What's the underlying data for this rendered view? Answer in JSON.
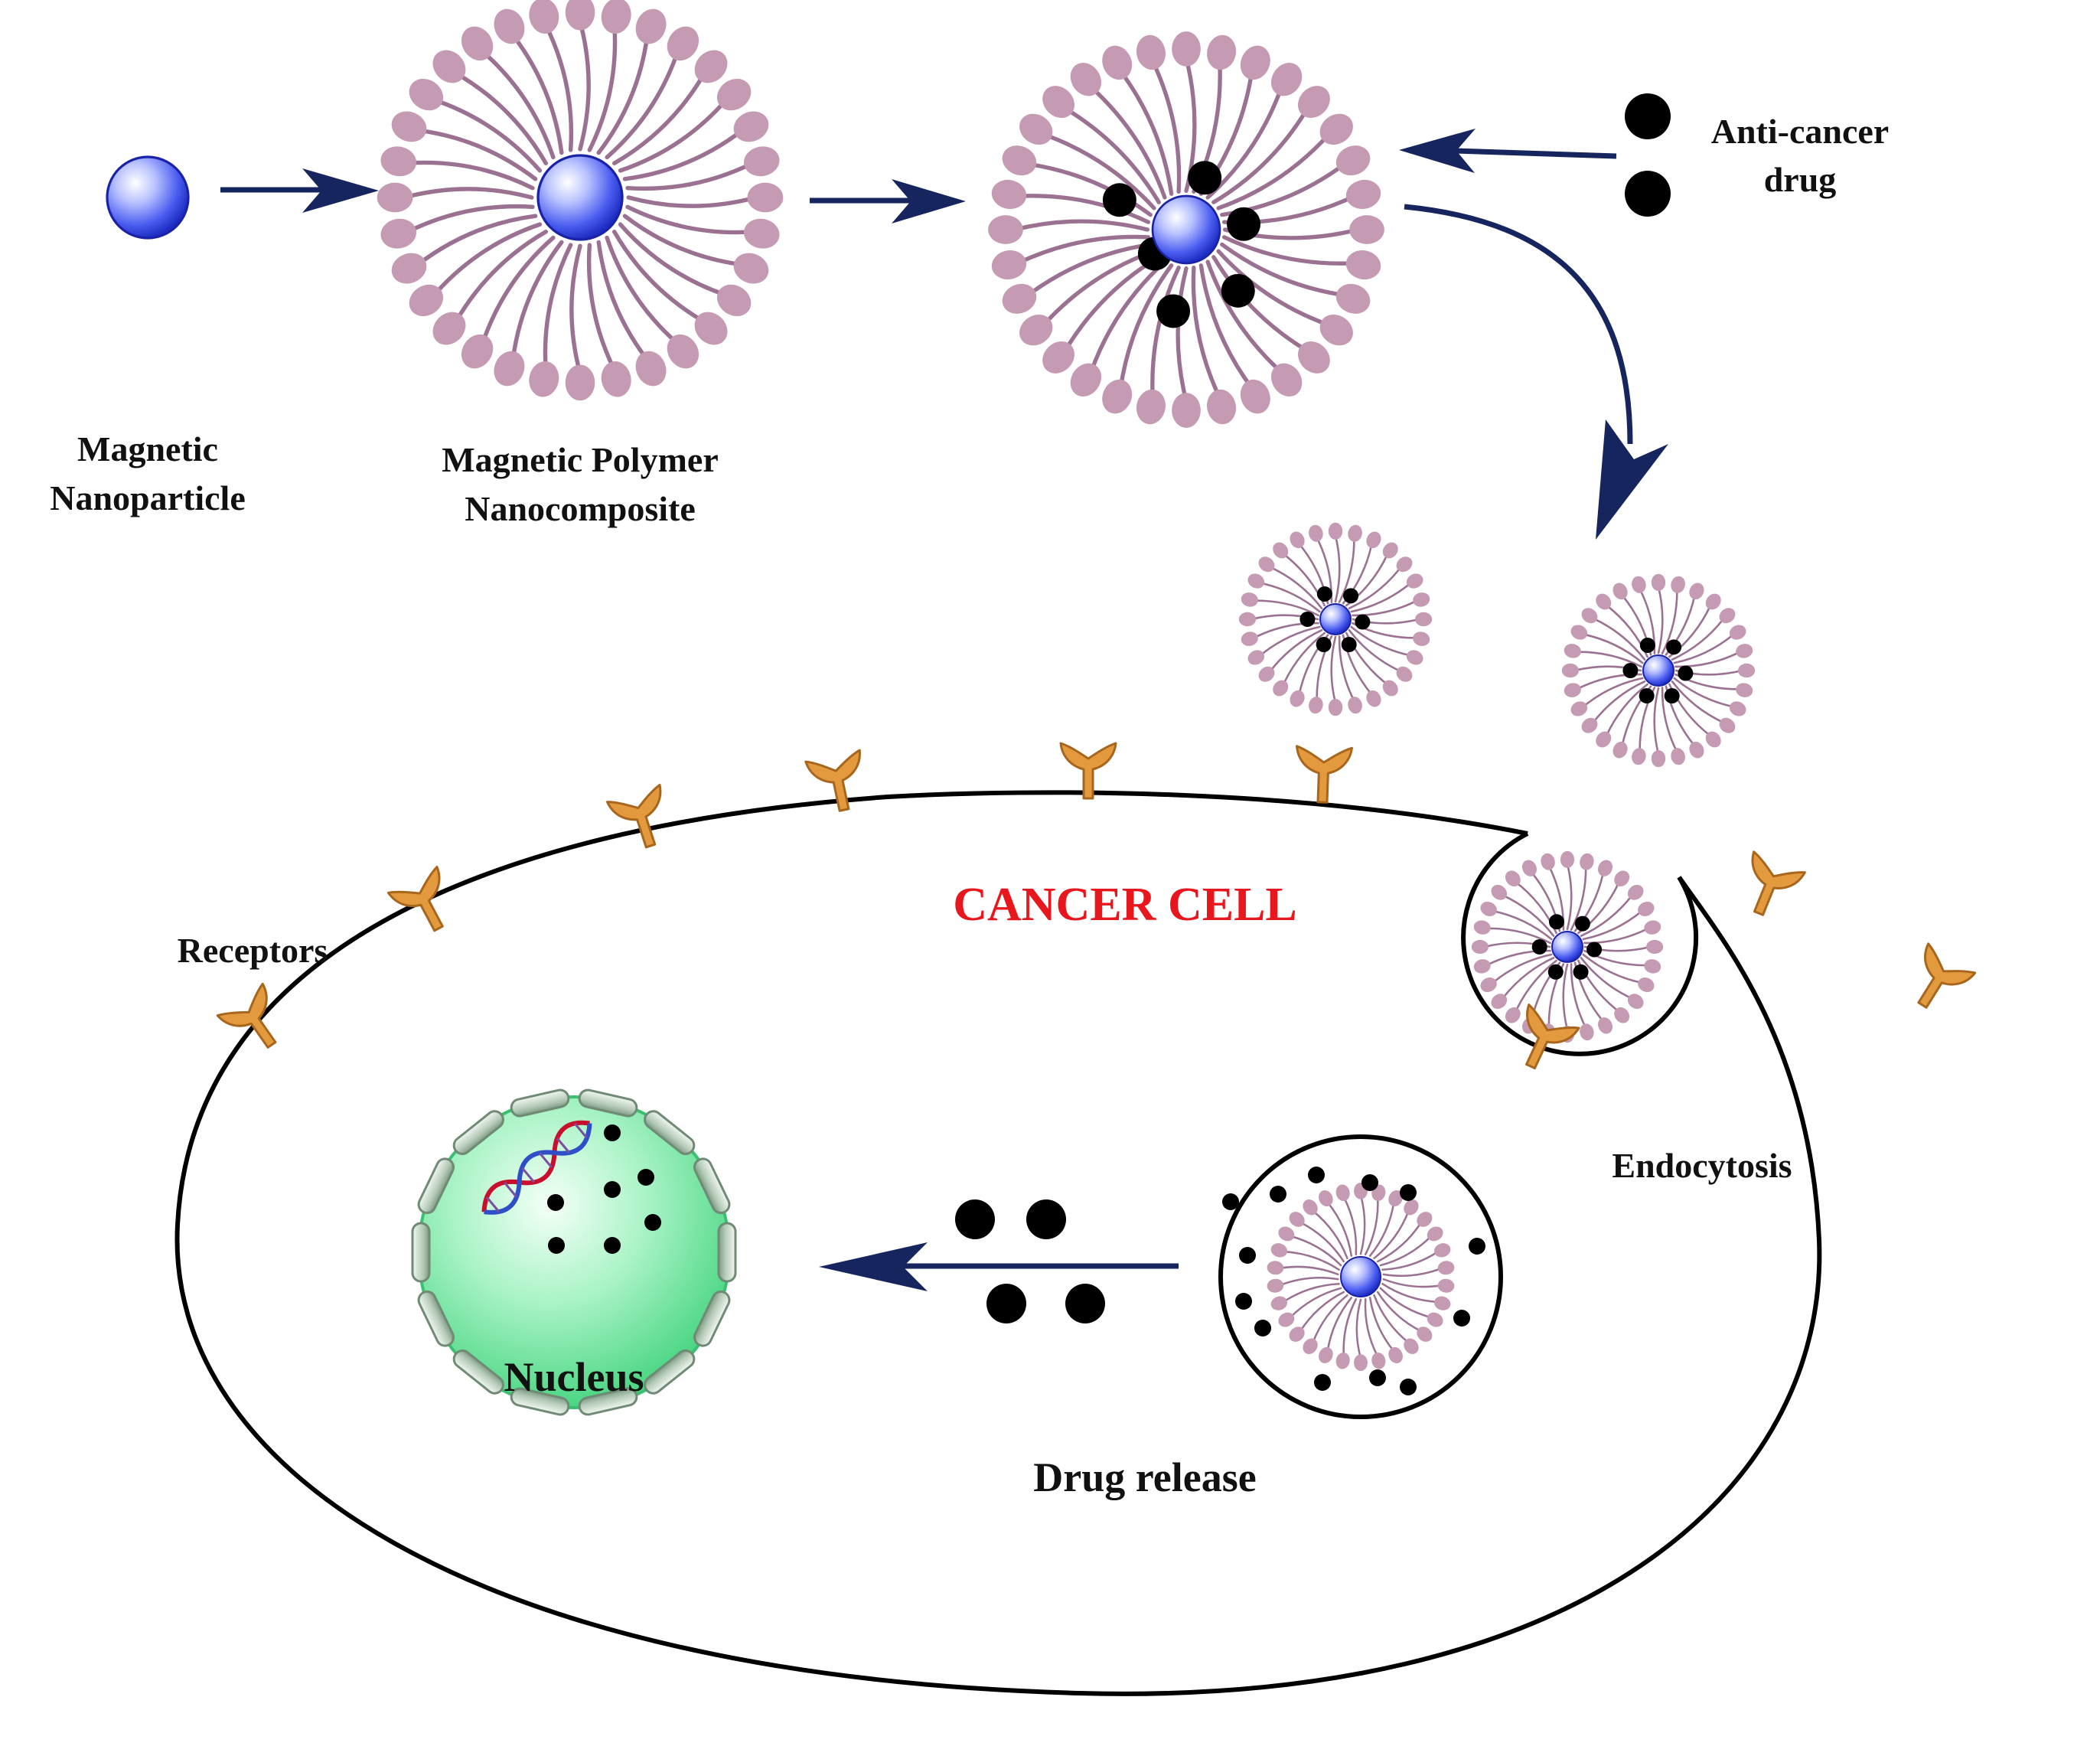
{
  "labels": {
    "magnetic_nanoparticle": [
      "Magnetic",
      "Nanoparticle"
    ],
    "magnetic_polymer_nanocomposite": [
      "Magnetic Polymer",
      "Nanocomposite"
    ],
    "anti_cancer_drug": [
      "Anti-cancer",
      "drug"
    ],
    "cancer_cell": "CANCER CELL",
    "receptors": "Receptors",
    "endocytosis": "Endocytosis",
    "nucleus": "Nucleus",
    "drug_release": "Drug release"
  },
  "colors": {
    "lipid_head": "#c59ab3",
    "lipid_tail": "#9b7192",
    "nanoparticle": "#2f3fe8",
    "arrow": "#17255f",
    "receptor": "#e39a3f",
    "receptor_outline": "#a8661c",
    "nucleus_fill": "#5ce894",
    "nucleus_pore": "#8fb89a",
    "drug": "#000000",
    "cell_title": "#e8171d",
    "dna_strand_a": "#c8102e",
    "dna_strand_b": "#2f4fc8"
  },
  "icons": {
    "nanoparticle": "blue-sphere-icon",
    "micelle": "lipid-micelle-icon",
    "drug": "black-dot-icon",
    "receptor": "y-receptor-icon",
    "dna": "dna-helix-icon"
  }
}
